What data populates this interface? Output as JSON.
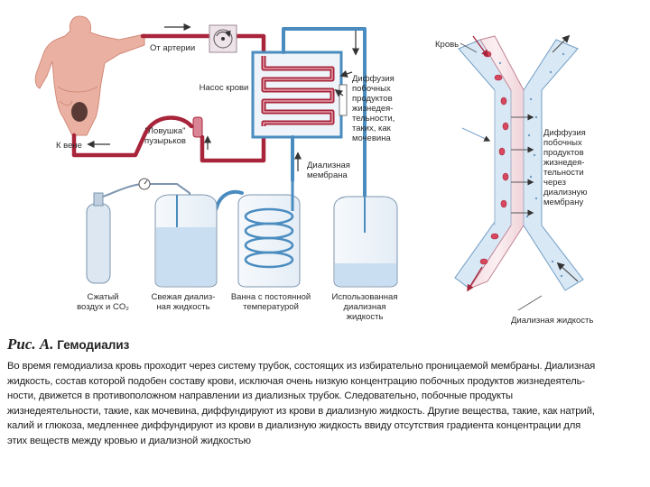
{
  "labels": {
    "from_artery": "От артерии",
    "blood_pump": "Насос крови",
    "to_vein": "К вене",
    "bubble_trap": "\"Ловушка\"\nпузырьков",
    "diffusion_left": "Диффузия\nпобочных\nпродуктов\nжизнедея-\nтельности,\nтаких, как\nмочевина",
    "dialysis_membrane": "Диализная\nмембрана",
    "compressed_air": "Сжатый\nвоздух и CO₂",
    "fresh_fluid": "Свежая диализ-\nная жидкость",
    "bath": "Ванна с постоянной\nтемпературой",
    "used_fluid": "Использованная\nдиализная\nжидкость",
    "blood": "Кровь",
    "diffusion_right": "Диффузия\nпобочных\nпродуктов\nжизнедея-\nтельности\nчерез\nдиализную\nмембрану",
    "dialysis_fluid": "Диализная жидкость"
  },
  "caption": {
    "figure_label": "Рис. А.",
    "title": "Гемодиализ",
    "lines": [
      "Во время гемодиализа кровь проходит через систему трубок, состоящих из избирательно проницаемой мембраны. Диализная",
      "жидкость, состав которой подобен составу крови, исключая очень низкую концентрацию побочных продуктов жизнедеятель-",
      "ности, движется в противоположном направлении из диализных трубок. Следовательно, побочные продукты",
      "жизнедеятельности, такие, как мочевина, диффундируют из крови в диализную жидкость. Другие вещества, такие, как натрий,",
      "калий и глюкоза, медленнее диффундируют из крови в диализную жидкость ввиду отсутствия градиента концентрации для",
      "этих веществ между кровью и диализной жидкостью"
    ]
  },
  "colors": {
    "blood_tube": "#a8243a",
    "fluid_tube": "#4a8cc0",
    "fluid_fill": "#c9def1",
    "skin": "#eab1a2"
  }
}
